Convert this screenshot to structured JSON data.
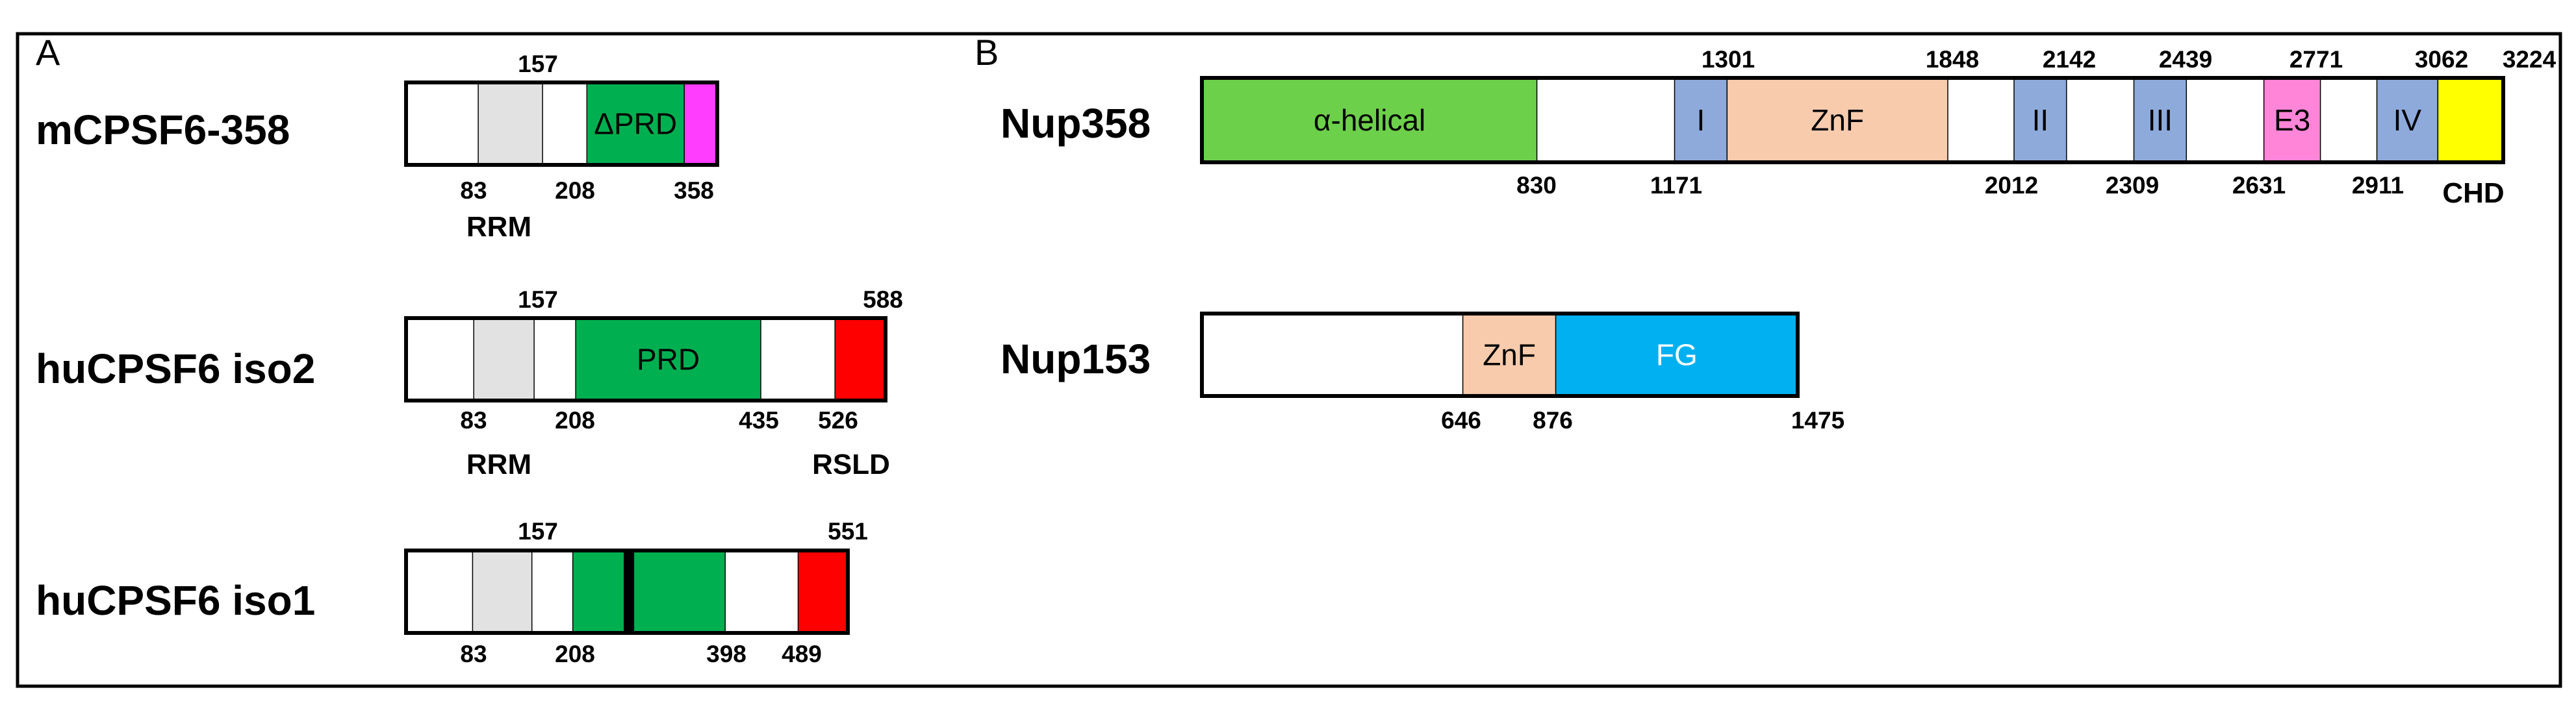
{
  "panels": [
    {
      "letter": "A",
      "proteins": [
        {
          "name": "mCPSF6-358",
          "length_label": "358",
          "domains": [
            {
              "start": 83,
              "end": 157,
              "color": "#e2e2e2",
              "label": ""
            },
            {
              "start": 208,
              "end": 320,
              "color": "#00b050",
              "label": "ΔPRD"
            },
            {
              "start": 320,
              "end": 358,
              "color": "#ff3dff",
              "label": ""
            }
          ],
          "bars": [],
          "numbers_above": [
            "157"
          ],
          "numbers_below": [
            "83",
            "208",
            "358"
          ],
          "sub_labels": [
            "RRM"
          ]
        },
        {
          "name": "huCPSF6 iso2",
          "length_label": "588",
          "domains": [
            {
              "start": 83,
              "end": 157,
              "color": "#e2e2e2",
              "label": ""
            },
            {
              "start": 208,
              "end": 435,
              "color": "#00b050",
              "label": "PRD"
            },
            {
              "start": 526,
              "end": 588,
              "color": "#ff0000",
              "label": ""
            }
          ],
          "bars": [],
          "numbers_above": [
            "157",
            "588"
          ],
          "numbers_below": [
            "83",
            "208",
            "435",
            "526"
          ],
          "sub_labels": [
            "RRM",
            "RSLD"
          ]
        },
        {
          "name": "huCPSF6 iso1",
          "length_label": "551",
          "domains": [
            {
              "start": 83,
              "end": 157,
              "color": "#e2e2e2",
              "label": ""
            },
            {
              "start": 208,
              "end": 398,
              "color": "#00b050",
              "label": ""
            },
            {
              "start": 489,
              "end": 551,
              "color": "#ff0000",
              "label": ""
            }
          ],
          "bars": [
            {
              "pos": 278,
              "color": "#000000"
            }
          ],
          "numbers_above": [
            "157",
            "551"
          ],
          "numbers_below": [
            "83",
            "208",
            "398",
            "489"
          ],
          "sub_labels": []
        }
      ]
    },
    {
      "letter": "B",
      "proteins": [
        {
          "name": "Nup358",
          "length_label": "3224",
          "domains": [
            {
              "start": 1,
              "end": 830,
              "color": "#6dd04b",
              "label": "α-helical"
            },
            {
              "start": 1171,
              "end": 1301,
              "color": "#8eaadb",
              "label": "I"
            },
            {
              "start": 1301,
              "end": 1848,
              "color": "#f8cbad",
              "label": "ZnF"
            },
            {
              "start": 2012,
              "end": 2142,
              "color": "#8eaadb",
              "label": "II"
            },
            {
              "start": 2309,
              "end": 2439,
              "color": "#8eaadb",
              "label": "III"
            },
            {
              "start": 2631,
              "end": 2771,
              "color": "#ff85d8",
              "label": "E3"
            },
            {
              "start": 2911,
              "end": 3062,
              "color": "#8eaadb",
              "label": "IV"
            },
            {
              "start": 3062,
              "end": 3224,
              "color": "#ffff00",
              "label": ""
            }
          ],
          "bars": [],
          "numbers_above": [
            "1301",
            "1848",
            "2142",
            "2439",
            "2771",
            "3062",
            "3224"
          ],
          "numbers_below": [
            "830",
            "1171",
            "2012",
            "2309",
            "2631",
            "2911"
          ],
          "sub_labels": [
            "CHD"
          ]
        },
        {
          "name": "Nup153",
          "length_label": "1475",
          "domains": [
            {
              "start": 646,
              "end": 876,
              "color": "#f8cbad",
              "label": "ZnF"
            },
            {
              "start": 876,
              "end": 1475,
              "color": "#00b0f0",
              "label": "FG"
            }
          ],
          "bars": [],
          "numbers_above": [],
          "numbers_below": [
            "646",
            "876",
            "1475"
          ],
          "sub_labels": []
        }
      ]
    }
  ]
}
